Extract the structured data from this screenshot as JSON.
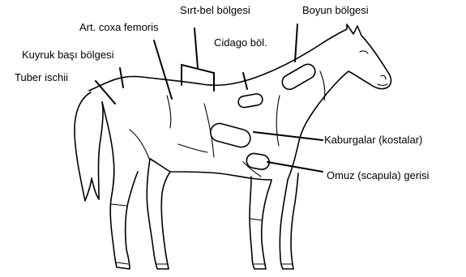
{
  "labels": {
    "sirt_bel": "Sırt-bel bölgesi",
    "boyun": "Boyun bölgesi",
    "art_coxa": "Art. coxa femoris",
    "cidago": "Cidago böl.",
    "kuyruk": "Kuyruk başı bölgesi",
    "tuber": "Tuber ischii",
    "kaburgalar": "Kaburgalar (kostalar)",
    "omuz": "Omuz (scapula) gerisi"
  },
  "colors": {
    "line": "#000000",
    "background": "#ffffff"
  }
}
